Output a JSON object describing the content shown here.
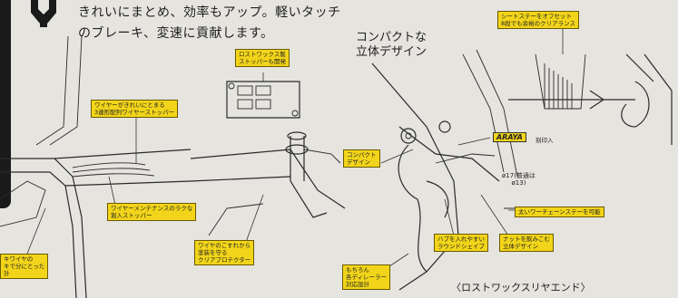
{
  "header": {
    "line1": "きれいにまとめ、効率もアップ。軽いタッチ",
    "line2": "のブレーキ、変速に貢献します。"
  },
  "section": {
    "title": "コンパクトな\n立体デザイン"
  },
  "callouts": {
    "stopper_top": "ロストワックス製\nストッパーも開発",
    "wire_stopper": "ワイヤーがきれいにとまる\n3連形配列ワイヤーストッパー",
    "maintenance": "ワイヤーメンテナンスのラクな\n割入ストッパー",
    "protector": "ワイヤのこすれから\n塗装を守る\nクリアプロテクター",
    "wire_left": "キワイヤの\nキで分にとった\n計",
    "compact": "コンパクト\nデザイン",
    "seatstay": "シートステーをオフセット\n8段でも余裕のクリアランス",
    "chainstay": "太いワーチェーンステーを可能",
    "hub": "ハブを入れやすい\nラウンドシェイプ",
    "nut": "ナットを飲みこむ\n立体デザイン",
    "derailleur": "もちろん\n各ディレーラー\n対応設計"
  },
  "brand": {
    "logo_text": "ARAYA",
    "logo_caption": "刻印入"
  },
  "dimension": {
    "label": "ø17(普通は\nø13)"
  },
  "caption": {
    "bottom": "〈ロストワックスリヤエンド〉"
  }
}
